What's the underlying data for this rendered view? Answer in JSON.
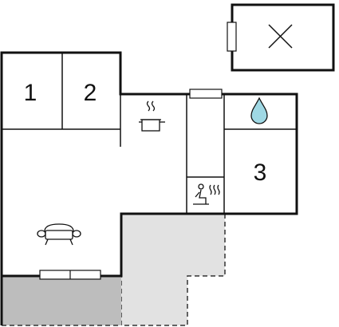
{
  "floorplan": {
    "colors": {
      "wall": "#111111",
      "terrace_fill": "#bdbdbd",
      "outdoor_fill": "#e2e2e2",
      "outdoor_stroke": "#333333",
      "water_fill": "#9fd8e4",
      "background": "#ffffff"
    },
    "rooms": [
      {
        "label": "1"
      },
      {
        "label": "2"
      },
      {
        "label": "3"
      }
    ],
    "icons": [
      "cross-icon",
      "cooking-pot-icon",
      "water-drop-icon",
      "sauna-icon",
      "sofa-icon"
    ]
  }
}
